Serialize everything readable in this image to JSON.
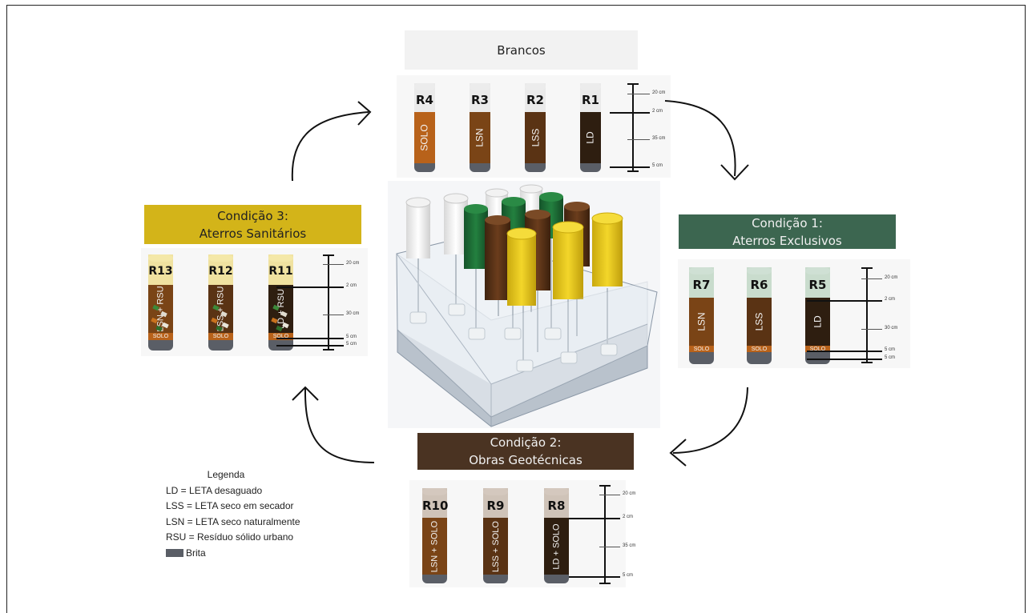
{
  "groups": {
    "brancos": {
      "title": "Brancos",
      "tubes": [
        {
          "id": "R4",
          "content": "SOLO"
        },
        {
          "id": "R3",
          "content": "LSN"
        },
        {
          "id": "R2",
          "content": "LSS"
        },
        {
          "id": "R1",
          "content": "LD"
        }
      ],
      "scale": [
        "20 cm",
        "2 cm",
        "35 cm",
        "5 cm"
      ]
    },
    "condicao1": {
      "title_line1": "Condição 1:",
      "title_line2": "Aterros Exclusivos",
      "tubes": [
        {
          "id": "R7",
          "content": "LSN",
          "solo": "SOLO"
        },
        {
          "id": "R6",
          "content": "LSS",
          "solo": "SOLO"
        },
        {
          "id": "R5",
          "content": "LD",
          "solo": "SOLO"
        }
      ],
      "scale": [
        "20 cm",
        "2 cm",
        "30 cm",
        "5 cm",
        "5 cm"
      ]
    },
    "condicao2": {
      "title_line1": "Condição 2:",
      "title_line2": "Obras Geotécnicas",
      "tubes": [
        {
          "id": "R10",
          "content": "LSN + SOLO"
        },
        {
          "id": "R9",
          "content": "LSS + SOLO"
        },
        {
          "id": "R8",
          "content": "LD + SOLO"
        }
      ],
      "scale": [
        "20 cm",
        "2 cm",
        "35 cm",
        "5 cm"
      ]
    },
    "condicao3": {
      "title_line1": "Condição 3:",
      "title_line2": "Aterros Sanitários",
      "tubes": [
        {
          "id": "R13",
          "content_line1": "LSN +",
          "content_line2": "RSU",
          "solo": "SOLO"
        },
        {
          "id": "R12",
          "content_line1": "LSS +",
          "content_line2": "RSU",
          "solo": "SOLO"
        },
        {
          "id": "R11",
          "content_line1": "LD +",
          "content_line2": "RSU",
          "solo": "SOLO"
        }
      ],
      "scale": [
        "20 cm",
        "2 cm",
        "30 cm",
        "5 cm",
        "5 cm"
      ]
    }
  },
  "legend": {
    "title": "Legenda",
    "items": [
      "LD = LETA desaguado",
      "LSS = LETA seco em secador",
      "LSN = LETA seco naturalmente",
      "RSU = Resíduo sólido urbano"
    ],
    "brita_label": "Brita"
  },
  "colors": {
    "brancos_header": "#f2f2f2",
    "condicao1_header": "#3c6650",
    "condicao2_header": "#4a3322",
    "condicao3_header": "#d3b419",
    "solo": "#b8621a",
    "lsn": "#7a4416",
    "lss": "#5a3314",
    "ld": "#2e1e10",
    "brita": "#5a5e66",
    "tube_white": "#e8e8e8",
    "tube_green": "#1f6b35",
    "tube_brown": "#5a3216",
    "tube_yellow": "#e2c417"
  }
}
